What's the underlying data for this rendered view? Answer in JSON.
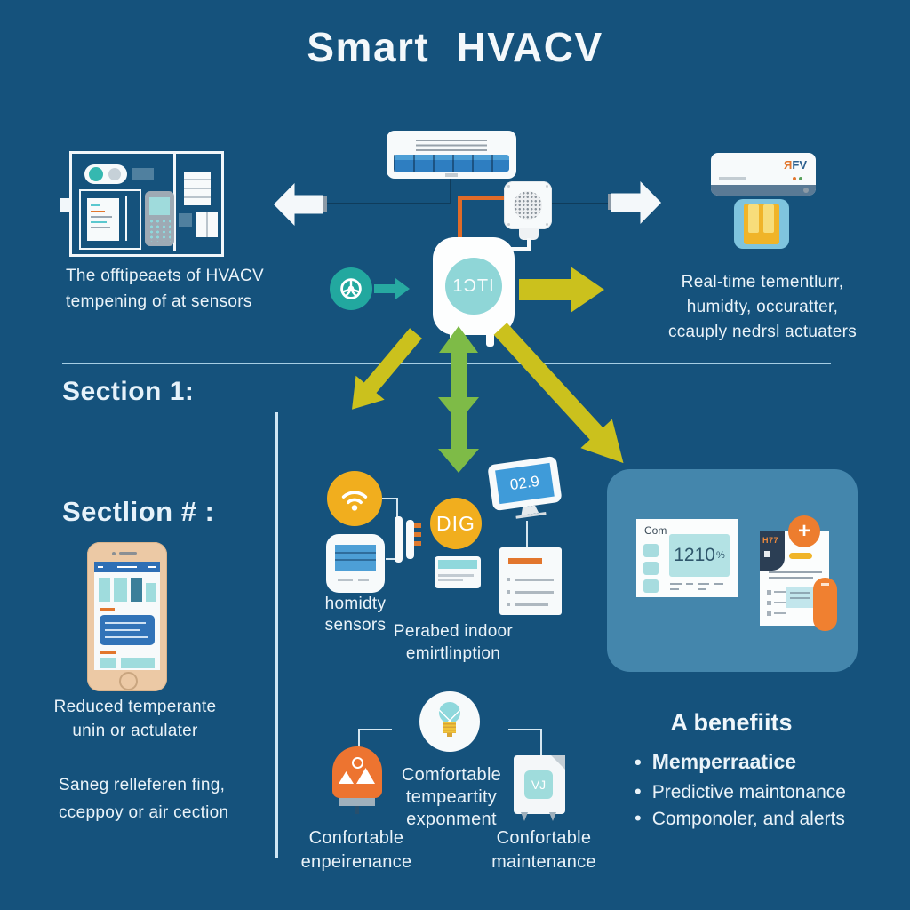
{
  "title": "Smart HVACV",
  "top_left": {
    "caption_line1": "The offtipeaets of HVACV",
    "caption_line2": "tempening of at sensors"
  },
  "top_right": {
    "brand_first": "Я",
    "brand_rest": "FV",
    "caption_line1": "Real-time tementlurr,",
    "caption_line2": "humidty, occuratter,",
    "caption_line3": "ccauply nedrsl actuaters"
  },
  "hub": {
    "label": "1ƆTI"
  },
  "sections": {
    "first_heading": "Section 1:",
    "second_heading": "Sectlion # :"
  },
  "phone_area": {
    "caption_line1": "Reduced temperante",
    "caption_line2": "unin or actulater",
    "note_line1": "Saneg relleferen fing,",
    "note_line2": "cceppoy or air cection"
  },
  "middle": {
    "dig_label": "DIG",
    "thermostat_value": "02.9",
    "sensor_caption_line1": "homidty",
    "sensor_caption_line2": "sensors",
    "indoor_caption_line1": "Perabed indoor",
    "indoor_caption_line2": "emirtlinption"
  },
  "right_panel": {
    "device_label": "Com",
    "display_value": "1210",
    "display_unit": "%",
    "doc_tag": "H77",
    "plus_icon": "+"
  },
  "benefits": {
    "heading": "A benefiits",
    "bullet": "•",
    "item1": "Memperraatice",
    "item2": "Predictive maintonance",
    "item3": "Componoler, and alerts"
  },
  "bottom": {
    "bulb_caption_line1": "Comfortable",
    "bulb_caption_line2": "tempeartity",
    "bulb_caption_line3": "exponment",
    "left_caption_line1": "Confortable",
    "left_caption_line2": "enpeirenance",
    "right_caption_line1": "Confortable",
    "right_caption_line2": "maintenance",
    "doc_label": "VJ"
  },
  "colors": {
    "background": "#15527C",
    "icon_yellow": "#F1AE1E",
    "arrow_yellow": "#CBC11D",
    "arrow_green": "#7EBB47",
    "teal": "#23A89F",
    "orange": "#ED7430",
    "panel_blue": "#4486AC"
  }
}
